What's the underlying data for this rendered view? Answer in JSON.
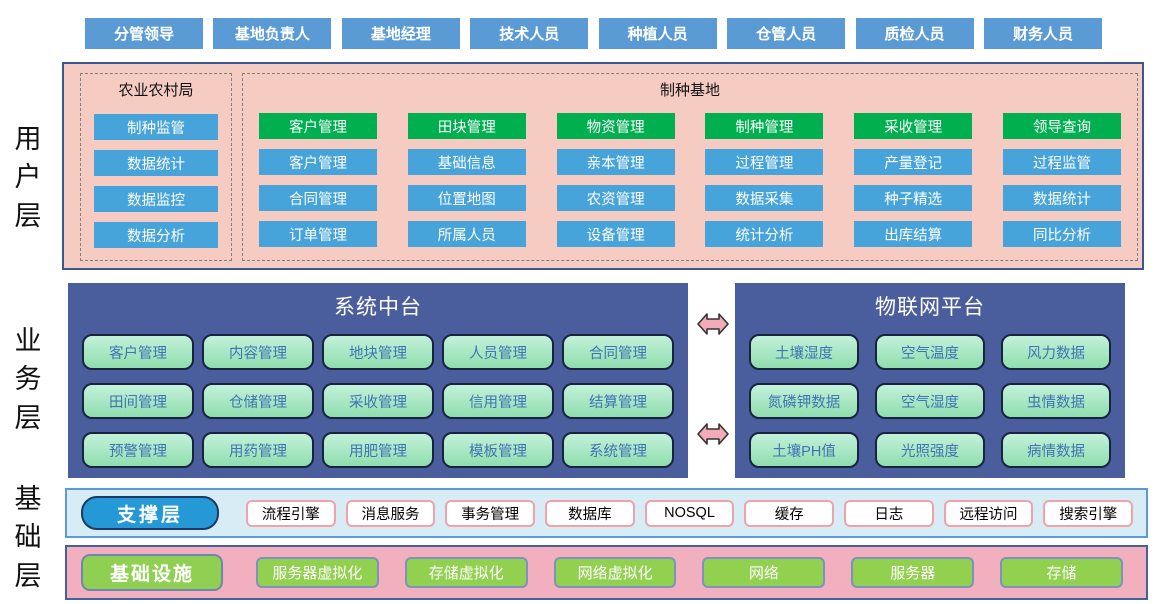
{
  "roles": [
    "分管领导",
    "基地负责人",
    "基地经理",
    "技术人员",
    "种植人员",
    "仓管人员",
    "质检人员",
    "财务人员"
  ],
  "layer_labels": {
    "user": "用户层",
    "business": "业务层",
    "foundation": "基础层"
  },
  "user_layer": {
    "bureau": {
      "title": "农业农村局",
      "items": [
        "制种监管",
        "数据统计",
        "数据监控",
        "数据分析"
      ]
    },
    "base": {
      "title": "制种基地",
      "columns": [
        {
          "header": "客户管理",
          "items": [
            "客户管理",
            "合同管理",
            "订单管理"
          ]
        },
        {
          "header": "田块管理",
          "items": [
            "基础信息",
            "位置地图",
            "所属人员"
          ]
        },
        {
          "header": "物资管理",
          "items": [
            "亲本管理",
            "农资管理",
            "设备管理"
          ]
        },
        {
          "header": "制种管理",
          "items": [
            "过程管理",
            "数据采集",
            "统计分析"
          ]
        },
        {
          "header": "采收管理",
          "items": [
            "产量登记",
            "种子精选",
            "出库结算"
          ]
        },
        {
          "header": "领导查询",
          "items": [
            "过程监管",
            "数据统计",
            "同比分析"
          ]
        }
      ]
    }
  },
  "business_layer": {
    "middle_platform": {
      "title": "系统中台",
      "items": [
        "客户管理",
        "内容管理",
        "地块管理",
        "人员管理",
        "合同管理",
        "田间管理",
        "仓储管理",
        "采收管理",
        "信用管理",
        "结算管理",
        "预警管理",
        "用药管理",
        "用肥管理",
        "模板管理",
        "系统管理"
      ]
    },
    "iot_platform": {
      "title": "物联网平台",
      "items": [
        "土壤湿度",
        "空气温度",
        "风力数据",
        "氮磷钾数据",
        "空气湿度",
        "虫情数据",
        "土壤PH值",
        "光照强度",
        "病情数据"
      ]
    }
  },
  "foundation_layer": {
    "support": {
      "title": "支撑层",
      "items": [
        "流程引擎",
        "消息服务",
        "事务管理",
        "数据库",
        "NOSQL",
        "缓存",
        "日志",
        "远程访问",
        "搜索引擎"
      ]
    },
    "infrastructure": {
      "title": "基础设施",
      "items": [
        "服务器虚拟化",
        "存储虚拟化",
        "网络虚拟化",
        "网络",
        "服务器",
        "存储"
      ]
    }
  },
  "colors": {
    "role_blue": "#5B9BD5",
    "user_panel_pink": "#F6CCC2",
    "panel_border_navy": "#3A5795",
    "group_header_green": "#00B050",
    "module_blue": "#47A4DB",
    "business_bg": "#4A5E9D",
    "mint_button": "#A9E8C4",
    "mint_text_blue": "#3E74B5",
    "support_band_bg": "#D8ECF6",
    "support_button_blue": "#2499D6",
    "support_item_border_pink": "#F1A2A9",
    "infra_band_pink": "#F2AFBD",
    "infra_green": "#92D050",
    "arrow_pink": "#F4ABB8"
  }
}
